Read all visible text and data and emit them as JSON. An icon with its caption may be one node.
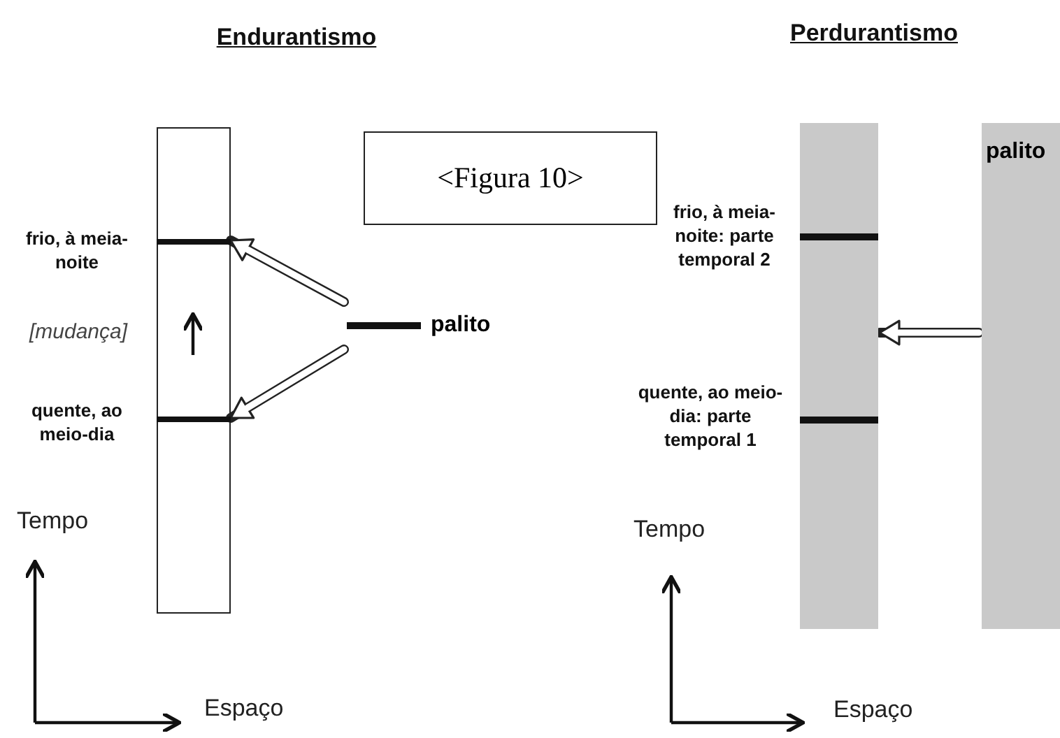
{
  "diagram": {
    "nodes": [
      {
        "text": [],
        "shape": "bar"
      },
      {
        "text": [],
        "shape": "bar",
        "in": 0,
        "beside": [
          "frio, à meia-noite"
        ]
      },
      {
        "text": [],
        "shape": "bar",
        "in": 0,
        "beside": [
          "quente, ao meio-dia"
        ]
      },
      {
        "text": [
          "palito"
        ]
      },
      {
        "text": [
          "<Figura 10>"
        ]
      },
      {
        "text": [],
        "shape": "bar"
      },
      {
        "text": [],
        "shape": "bar",
        "in": 5,
        "beside": [
          "frio, à meia-noite: parte temporal 2"
        ]
      },
      {
        "text": [],
        "shape": "bar",
        "in": 5,
        "beside": [
          "quente, ao meio-dia: parte temporal 1"
        ]
      },
      {
        "text": [
          "palito"
        ]
      }
    ],
    "edges": [
      {
        "from": 3,
        "to": 1,
        "arrow": "to"
      },
      {
        "from": 3,
        "to": 2,
        "arrow": "to"
      },
      {
        "from": 8,
        "to": 5,
        "arrow": "to"
      }
    ],
    "labels": [
      "Endurantismo",
      "Perdurantismo",
      "[mudança]",
      "Tempo",
      "Espaço",
      "Tempo",
      "Espaço"
    ]
  }
}
